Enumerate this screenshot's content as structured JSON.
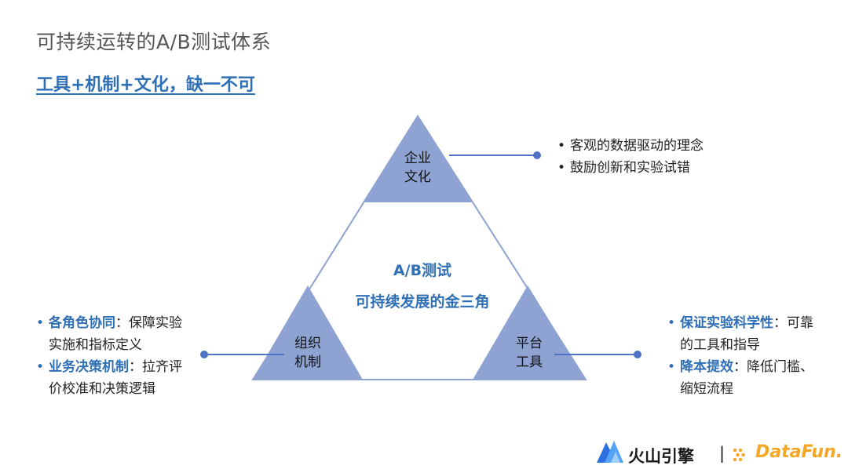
{
  "header": {
    "title": "可持续运转的A/B测试体系",
    "subtitle": "工具+机制+文化，缺一不可"
  },
  "triangle": {
    "top": {
      "line1": "企业",
      "line2": "文化"
    },
    "left": {
      "line1": "组织",
      "line2": "机制"
    },
    "right": {
      "line1": "平台",
      "line2": "工具"
    },
    "center": {
      "line1": "A/B测试",
      "line2": "可持续发展的金三角"
    }
  },
  "culture_points": [
    "客观的数据驱动的理念",
    "鼓励创新和实验试错"
  ],
  "org_points": [
    {
      "highlight": "各角色协同",
      "rest_line1": "：保障实验",
      "rest_line2": "实施和指标定义"
    },
    {
      "highlight": "业务决策机制",
      "rest_line1": "：拉齐评",
      "rest_line2": "价校准和决策逻辑"
    }
  ],
  "tool_points": [
    {
      "highlight": "保证实验科学性",
      "rest_line1": "：可靠",
      "rest_line2": "的工具和指导"
    },
    {
      "highlight": "降本提效",
      "rest_line1": "：降低门槛、",
      "rest_line2": "缩短流程"
    }
  ],
  "logos": {
    "volc": "火山引擎",
    "separator": "|",
    "datafun": "DataFun."
  },
  "colors": {
    "accent_blue": "#2f6fb5",
    "triangle_fill": "#8ea3d2",
    "connector": "#4f72c4",
    "datafun_orange": "#f5a623"
  },
  "icons": {
    "bullet": "•",
    "volc_logo": "mountain-logo-icon"
  }
}
